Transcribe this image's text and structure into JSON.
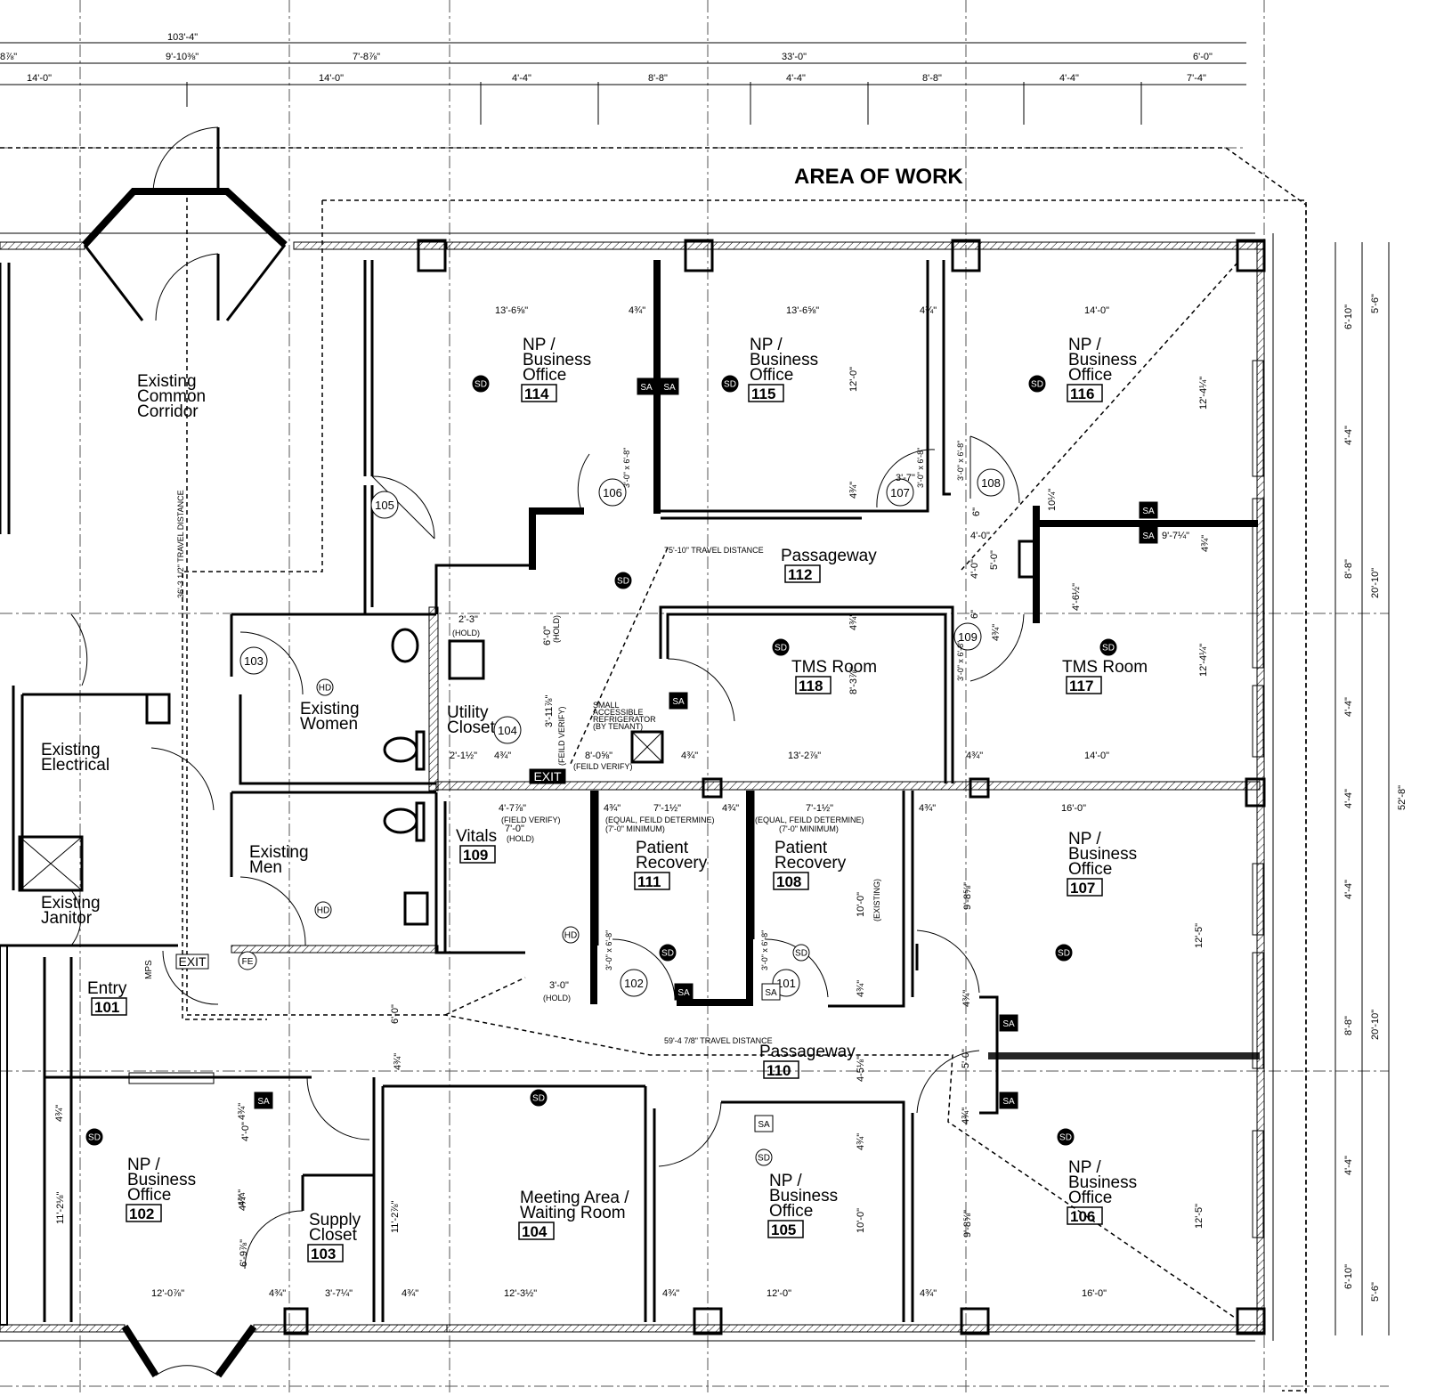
{
  "title": "AREA OF WORK",
  "rooms": [
    {
      "id": "r114",
      "name": [
        "NP /",
        "Business",
        "Office"
      ],
      "number": "114"
    },
    {
      "id": "r115",
      "name": [
        "NP /",
        "Business",
        "Office"
      ],
      "number": "115"
    },
    {
      "id": "r116",
      "name": [
        "NP /",
        "Business",
        "Office"
      ],
      "number": "116"
    },
    {
      "id": "r112",
      "name": [
        "Passageway"
      ],
      "number": "112"
    },
    {
      "id": "r118",
      "name": [
        "TMS Room"
      ],
      "number": "118"
    },
    {
      "id": "r117",
      "name": [
        "TMS Room"
      ],
      "number": "117"
    },
    {
      "id": "r111",
      "name": [
        "Patient",
        "Recovery"
      ],
      "number": "111"
    },
    {
      "id": "r108",
      "name": [
        "Patient",
        "Recovery"
      ],
      "number": "108"
    },
    {
      "id": "r107",
      "name": [
        "NP /",
        "Business",
        "Office"
      ],
      "number": "107"
    },
    {
      "id": "r109",
      "name": [
        "Vitals"
      ],
      "number": "109"
    },
    {
      "id": "r110",
      "name": [
        "Passageway"
      ],
      "number": "110"
    },
    {
      "id": "r101",
      "name": [
        "Entry"
      ],
      "number": "101"
    },
    {
      "id": "r102",
      "name": [
        "NP /",
        "Business",
        "Office"
      ],
      "number": "102"
    },
    {
      "id": "r103",
      "name": [
        "Supply",
        "Closet"
      ],
      "number": "103"
    },
    {
      "id": "r104",
      "name": [
        "Meeting Area /",
        "Waiting Room"
      ],
      "number": "104"
    },
    {
      "id": "r105",
      "name": [
        "NP /",
        "Business",
        "Office"
      ],
      "number": "105"
    },
    {
      "id": "r106",
      "name": [
        "NP /",
        "Business",
        "Office"
      ],
      "number": "106"
    }
  ],
  "existing_spaces": [
    {
      "id": "corridor",
      "name": [
        "Existing",
        "Common",
        "Corridor"
      ]
    },
    {
      "id": "women",
      "name": [
        "Existing",
        "Women"
      ]
    },
    {
      "id": "electrical",
      "name": [
        "Existing",
        "Electrical"
      ]
    },
    {
      "id": "men",
      "name": [
        "Existing",
        "Men"
      ]
    },
    {
      "id": "janitor",
      "name": [
        "Existing",
        "Janitor"
      ]
    },
    {
      "id": "utility",
      "name": [
        "Utility",
        "Closet"
      ]
    }
  ],
  "door_tags": [
    "105",
    "106",
    "107",
    "108",
    "103",
    "104",
    "109",
    "102",
    "101"
  ],
  "top_dimensions": {
    "row1": [
      "103'-4\""
    ],
    "row2": [
      "8⅞\"",
      "9'-10⅜\"",
      "7'-8⅞\"",
      "33'-0\"",
      "6'-0\""
    ],
    "row3": [
      "14'-0\"",
      "14'-0\"",
      "4'-4\"",
      "8'-8\"",
      "4'-4\"",
      "8'-8\"",
      "4'-4\"",
      "7'-4\""
    ]
  },
  "right_dimensions": {
    "inner": [
      "6'-10\"",
      "4'-4\"",
      "8'-8\"",
      "4'-4\"",
      "4'-4\"",
      "4'-4\"",
      "8'-8\"",
      "4'-4\"",
      "6'-10\""
    ],
    "mid": [
      "5'-6\"",
      "20'-10\"",
      "20'-10\"",
      "5'-6\""
    ],
    "outer": [
      "52'-8\""
    ]
  },
  "interior_dimensions": [
    "13'-6⅝\"",
    "4¾\"",
    "13'-6⅝\"",
    "4¾\"",
    "14'-0\"",
    "12'-0\"",
    "12'-4¼\"",
    "3'-7\"",
    "10¼\"",
    "9'-7¼\"",
    "4¾\"",
    "4'-0\"",
    "4'-0\"",
    "5'-0\"",
    "4¾\"",
    "4'-6½\"",
    "6\"",
    "6\"",
    "4¾\"",
    "4¾\"",
    "12'-4¼\"",
    "8'-3⅞\"",
    "13'-2⅞\"",
    "14'-0\"",
    "4¾\"",
    "4¾\"",
    "2'-3\"",
    "6'-0\"",
    "3'-11⅞\"",
    "2'-1½\"",
    "4¾\"",
    "8'-0⅝\"",
    "4'-7⅞\"",
    "7'-0\"",
    "4¾\"",
    "7'-1½\"",
    "4¾\"",
    "7'-1½\"",
    "4¾\"",
    "16'-0\"",
    "9'-8⅝\"",
    "12'-5\"",
    "10'-0\"",
    "4¾\"",
    "3'-0\"",
    "6'-0\"",
    "4¾\"",
    "4-5⅛\"",
    "5'-0\"",
    "4¾\"",
    "4¾\"",
    "4¾\"",
    "4'-0\"",
    "4¾\"",
    "11'-2⅛\"",
    "11'-2⅞\"",
    "6'-9⅞\"",
    "4¾\"",
    "10'-0\"",
    "9'-8⅝\"",
    "12'-5\"",
    "12'-0⅞\"",
    "4¾\"",
    "3'-7¼\"",
    "4¾\"",
    "12'-3½\"",
    "4¾\"",
    "12'-0\"",
    "4¾\"",
    "16'-0\"",
    "4¾\"",
    "4¾\""
  ],
  "notes": {
    "travel1": "75'-10\" TRAVEL DISTANCE",
    "travel2": "59'-4 7/8\" TRAVEL DISTANCE",
    "travel3": "36'-3 1/2\" TRAVEL DISTANCE",
    "hold": "(HOLD)",
    "feild_verify": "(FEILD VERIFY)",
    "field_verify": "(FIELD VERIFY)",
    "fridge": [
      "SMALL",
      "ACCESSIBLE",
      "REFRIGERATOR",
      "(BY TENANT)"
    ],
    "equal1": "(EQUAL, FEILD DETERMINE)",
    "min1": "(7'-0\" MINIMUM)",
    "existing": "(EXISTING)",
    "door_size": "3'-0\" x 6'-8\""
  },
  "symbols": {
    "sd": "SD",
    "sa": "SA",
    "hd": "HD",
    "fe": "FE",
    "mps": "MPS",
    "exit": "EXIT"
  }
}
